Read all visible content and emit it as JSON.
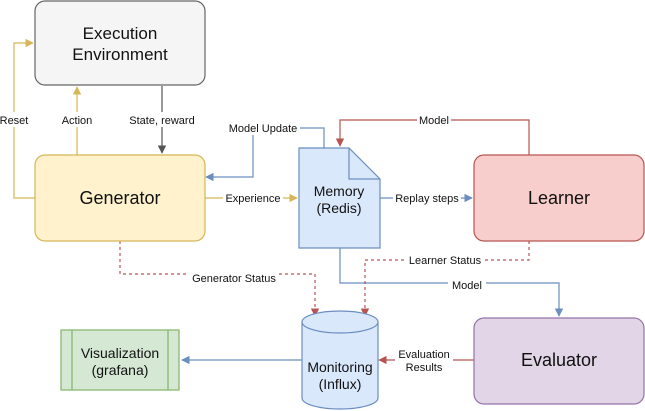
{
  "nodes": {
    "execution_environment": {
      "line1": "Execution",
      "line2": "Environment",
      "fill": "#f5f5f5",
      "stroke": "#666666"
    },
    "generator": {
      "label": "Generator",
      "fill": "#fff2cc",
      "stroke": "#d6b656"
    },
    "memory": {
      "line1": "Memory",
      "line2": "(Redis)",
      "fill": "#dae8fc",
      "stroke": "#6c8ebf"
    },
    "learner": {
      "label": "Learner",
      "fill": "#f8cecc",
      "stroke": "#b85450"
    },
    "evaluator": {
      "label": "Evaluator",
      "fill": "#e1d5e7",
      "stroke": "#9673a6"
    },
    "monitoring": {
      "line1": "Monitoring",
      "line2": "(Influx)",
      "fill": "#dae8fc",
      "stroke": "#6c8ebf"
    },
    "visualization": {
      "line1": "Visualization",
      "line2": "(grafana)",
      "fill": "#d5e8d4",
      "stroke": "#82b366"
    }
  },
  "edges": {
    "reset": "Reset",
    "action": "Action",
    "state_reward": "State, reward",
    "model_update": "Model Update",
    "model_top": "Model",
    "experience": "Experience",
    "replay_steps": "Replay steps",
    "learner_status": "Learner Status",
    "model_mid": "Model",
    "generator_status": "Generator Status",
    "evaluation_results_1": "Evaluation",
    "evaluation_results_2": "Results"
  },
  "colors": {
    "yellow_edge": "#d6b656",
    "gray_edge": "#555555",
    "blue_edge": "#6c8ebf",
    "red_edge": "#b85450"
  }
}
